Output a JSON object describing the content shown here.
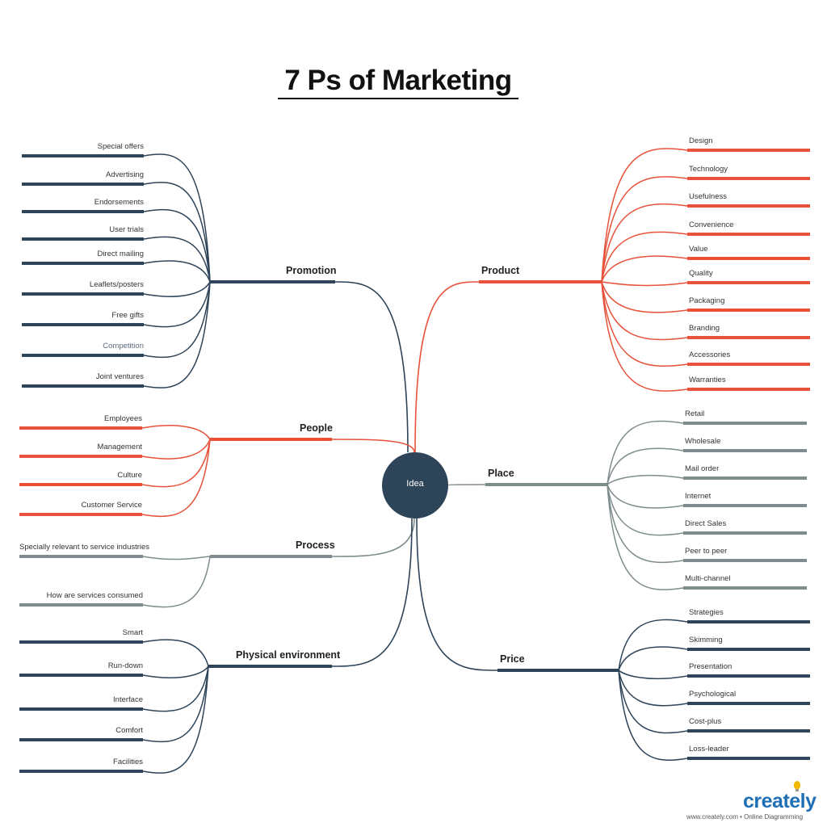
{
  "title": "7 Ps of Marketing",
  "center": {
    "label": "Idea",
    "color": "#2e4459"
  },
  "colors": {
    "navy": "#2e4459",
    "orange": "#e8513a",
    "gray": "#7e8c8d"
  },
  "branches": {
    "promotion": {
      "label": "Promotion",
      "color": "#2e4459",
      "items": [
        "Special offers",
        "Advertising",
        "Endorsements",
        "User trials",
        "Direct mailing",
        "Leaflets/posters",
        "Free gifts",
        "Competition",
        "Joint ventures"
      ]
    },
    "people": {
      "label": "People",
      "color": "#e8513a",
      "items": [
        "Employees",
        "Management",
        "Culture",
        "Customer Service"
      ]
    },
    "process": {
      "label": "Process",
      "color": "#7e8c8d",
      "items": [
        "Specially relevant to service industries",
        "How are services consumed"
      ]
    },
    "physical": {
      "label": "Physical environment",
      "color": "#2e4459",
      "items": [
        "Smart",
        "Run-down",
        "Interface",
        "Comfort",
        "Facilities"
      ]
    },
    "product": {
      "label": "Product",
      "color": "#e8513a",
      "items": [
        "Design",
        "Technology",
        "Usefulness",
        "Convenience",
        "Value",
        "Quality",
        "Packaging",
        "Branding",
        "Accessories",
        "Warranties"
      ]
    },
    "place": {
      "label": "Place",
      "color": "#7e8c8d",
      "items": [
        "Retail",
        "Wholesale",
        "Mail order",
        "Internet",
        "Direct Sales",
        "Peer to peer",
        "Multi-channel"
      ]
    },
    "price": {
      "label": "Price",
      "color": "#2e4459",
      "items": [
        "Strategies",
        "Skimming",
        "Presentation",
        "Psychological",
        "Cost-plus",
        "Loss-leader"
      ]
    }
  },
  "footer": {
    "logo_text": "creately",
    "tagline": "www.creately.com • Online Diagramming"
  }
}
